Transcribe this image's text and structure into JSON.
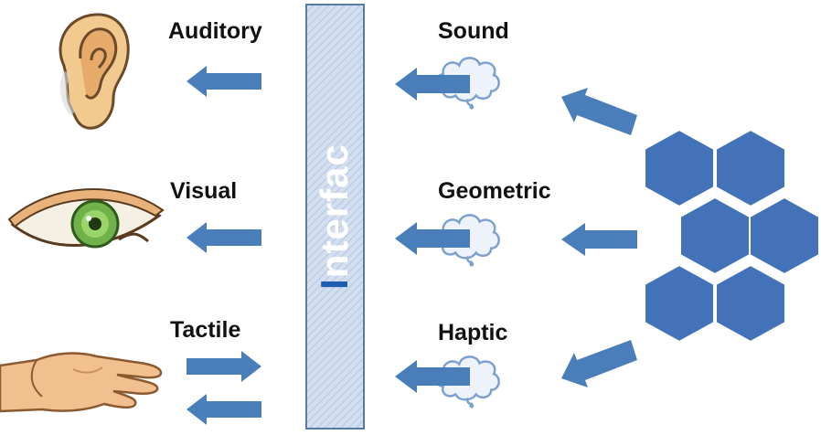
{
  "left_labels": {
    "auditory": "Auditory",
    "visual": "Visual",
    "tactile": "Tactile"
  },
  "right_labels": {
    "sound": "Sound",
    "geometric": "Geometric",
    "haptic": "Haptic"
  },
  "interface": {
    "first_letter": "I",
    "rest": "nterfac"
  },
  "colors": {
    "arrow": "#4a7ebb",
    "hexagon": "#4372b8",
    "interface_fill": "#c9d6ea",
    "interface_border": "#5a7aa6",
    "cloud_stroke": "#7aa0d0",
    "label_text": "#111111"
  },
  "icons": [
    "ear-icon",
    "eye-icon",
    "hand-icon",
    "cloud-icon",
    "hexagon-cluster-icon"
  ]
}
